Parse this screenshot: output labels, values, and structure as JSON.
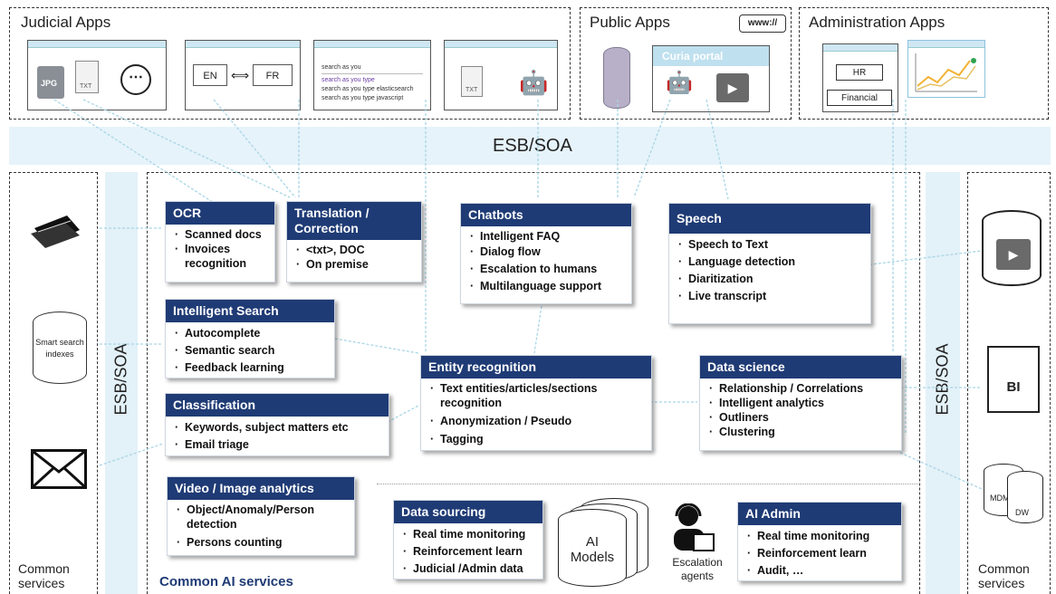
{
  "groups": {
    "judicial": "Judicial Apps",
    "public": "Public Apps",
    "admin": "Administration Apps"
  },
  "judicial_apps": {
    "jpg_label": "JPG",
    "txt_label": "TXT",
    "en": "EN",
    "fr": "FR",
    "search_lines": [
      "search as you",
      "search as you type",
      "search as you type elasticsearch",
      "search as you type javascript"
    ],
    "txt_label2": "TXT"
  },
  "public_apps": {
    "www": "www://",
    "curia": "Curia portal"
  },
  "admin_apps": {
    "hr": "HR",
    "financial": "Financial"
  },
  "esb_top": "ESB/SOA",
  "esb_left": "ESB/SOA",
  "esb_right": "ESB/SOA",
  "common_services_left": "Common services",
  "common_services_right": "Common services",
  "left_services": {
    "smart_search": "Smart search indexes"
  },
  "right_services": {
    "bi": "BI",
    "mdm": "MDM",
    "dw": "DW"
  },
  "cards": {
    "ocr": {
      "title": "OCR",
      "items": [
        "Scanned docs",
        "Invoices recognition"
      ]
    },
    "translation": {
      "title": "Translation / Correction",
      "items": [
        "<txt>, DOC",
        "On premise"
      ]
    },
    "chatbots": {
      "title": "Chatbots",
      "items": [
        "Intelligent FAQ",
        "Dialog flow",
        "Escalation to humans",
        "Multilanguage support"
      ]
    },
    "speech": {
      "title": "Speech",
      "items": [
        "Speech to Text",
        "Language detection",
        "Diaritization",
        "Live transcript"
      ]
    },
    "search": {
      "title": "Intelligent Search",
      "items": [
        "Autocomplete",
        "Semantic search",
        "Feedback learning"
      ]
    },
    "entity": {
      "title": "Entity recognition",
      "items": [
        "Text entities/articles/sections recognition",
        "Anonymization / Pseudo",
        "Tagging"
      ]
    },
    "datascience": {
      "title": "Data science",
      "items": [
        "Relationship / Correlations",
        "Intelligent analytics",
        "Outliners",
        "Clustering"
      ]
    },
    "classification": {
      "title": "Classification",
      "items": [
        "Keywords, subject matters etc",
        "Email triage"
      ]
    },
    "video": {
      "title": "Video / Image analytics",
      "items": [
        "Object/Anomaly/Person detection",
        "Persons counting"
      ]
    },
    "sourcing": {
      "title": "Data sourcing",
      "items": [
        "Real time monitoring",
        "Reinforcement learn",
        "Judicial /Admin data"
      ]
    },
    "aiadmin": {
      "title": "AI Admin",
      "items": [
        "Real time monitoring",
        "Reinforcement learn",
        "Audit, …"
      ]
    }
  },
  "ai_models": "AI Models",
  "escalation": "Escalation agents",
  "common_ai": "Common AI services",
  "colors": {
    "card_head": "#1f3b75",
    "esb": "#e6f3fa",
    "line": "#9ccfe0"
  }
}
